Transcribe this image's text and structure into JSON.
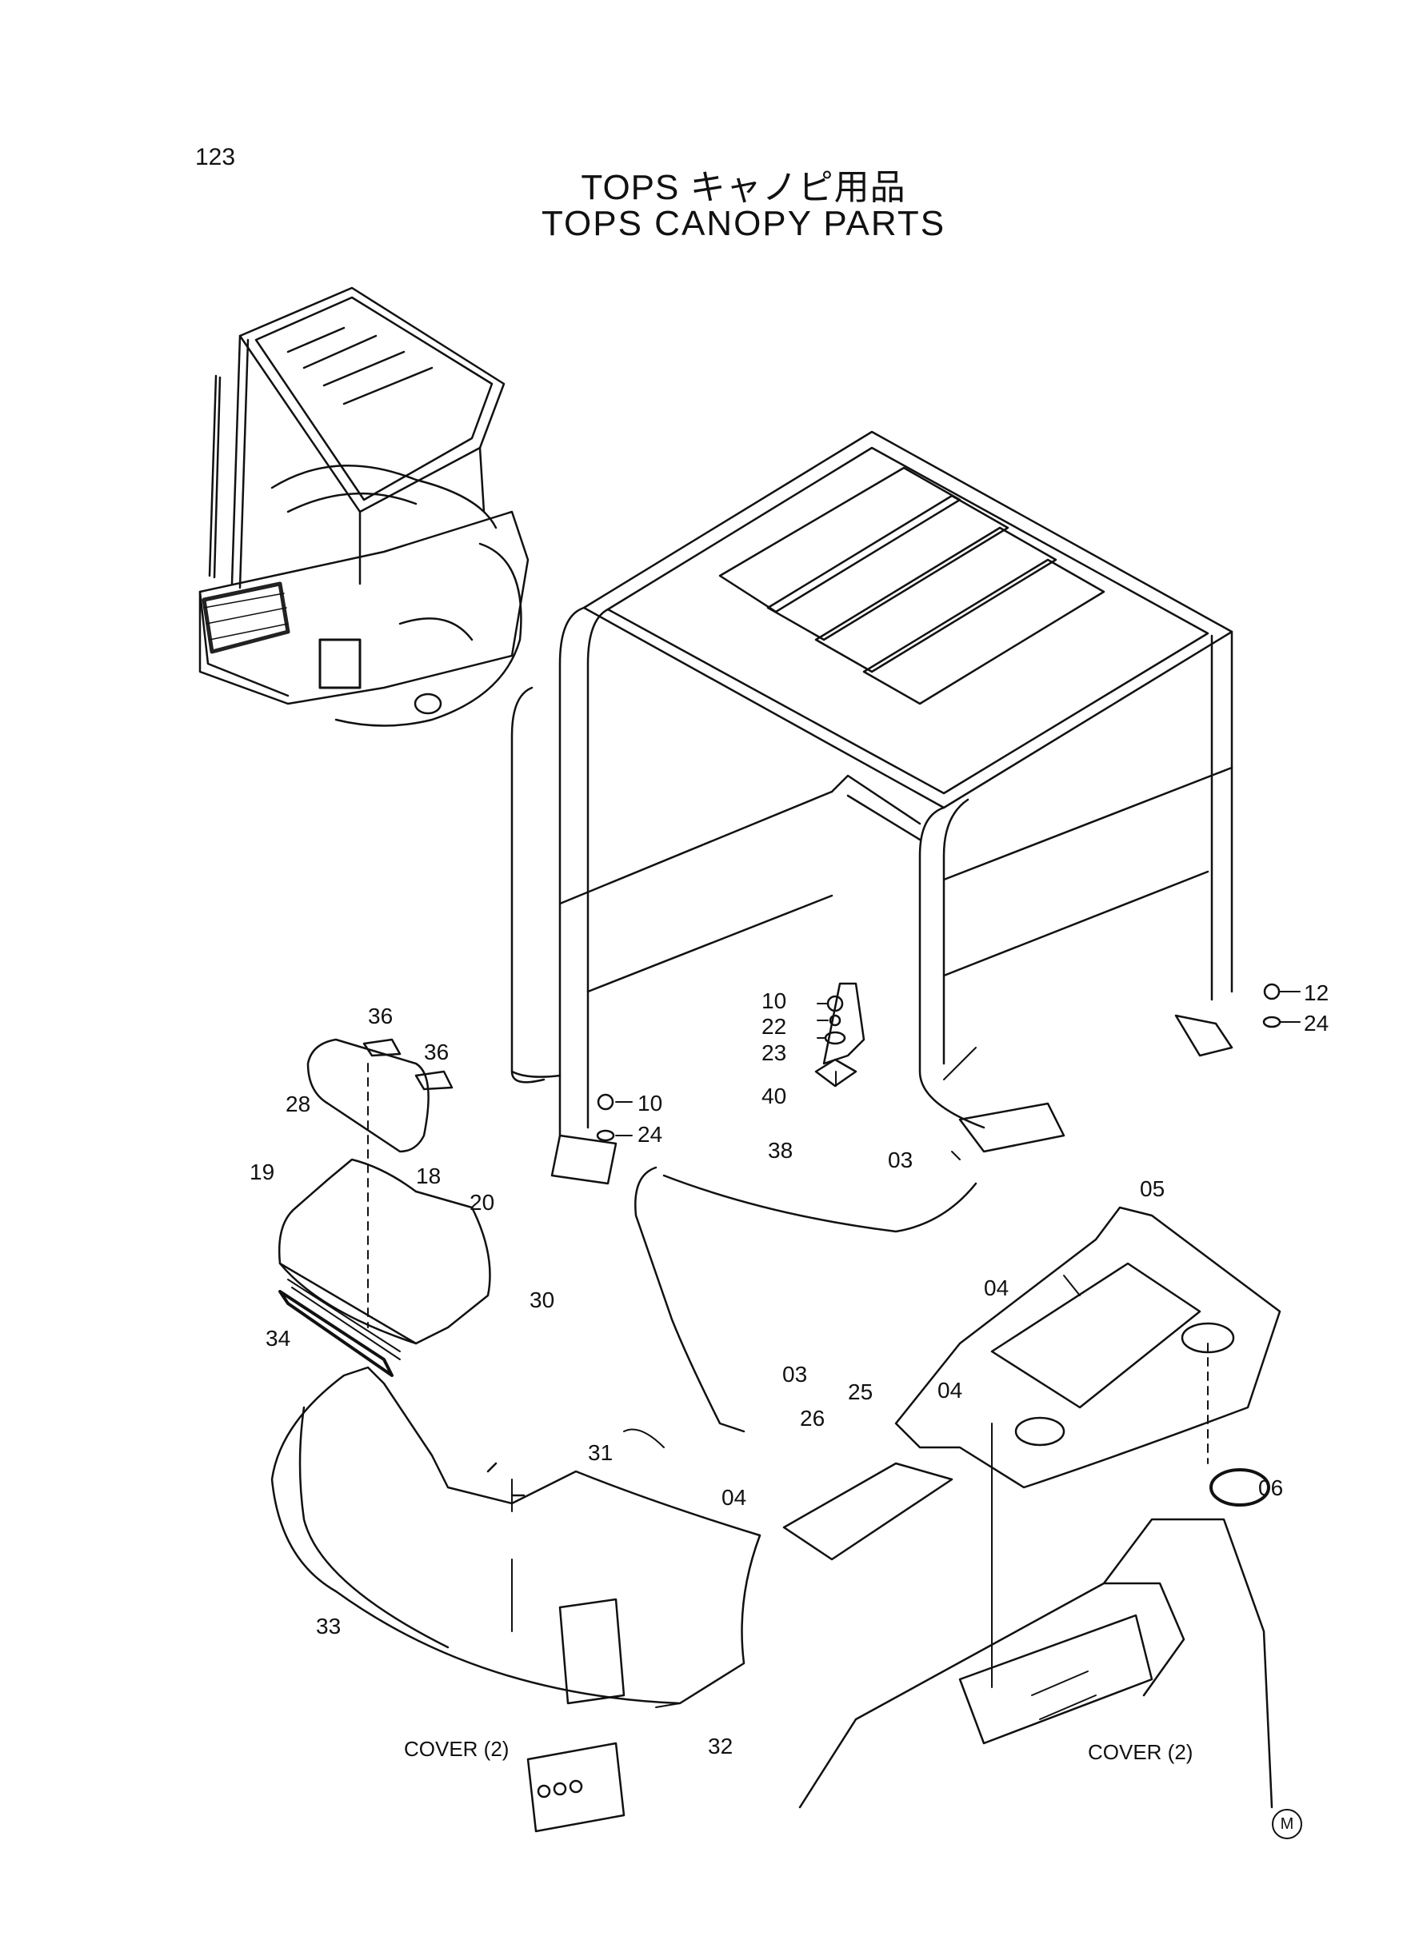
{
  "page_number": "123",
  "title_jp": "TOPS キャノピ用品",
  "title_en": "TOPS CANOPY PARTS",
  "callouts": [
    {
      "id": "10a",
      "label": "10"
    },
    {
      "id": "22",
      "label": "22"
    },
    {
      "id": "23",
      "label": "23"
    },
    {
      "id": "40",
      "label": "40"
    },
    {
      "id": "12",
      "label": "12"
    },
    {
      "id": "24a",
      "label": "24"
    },
    {
      "id": "36a",
      "label": "36"
    },
    {
      "id": "36b",
      "label": "36"
    },
    {
      "id": "28",
      "label": "28"
    },
    {
      "id": "10b",
      "label": "10"
    },
    {
      "id": "24b",
      "label": "24"
    },
    {
      "id": "38",
      "label": "38"
    },
    {
      "id": "03a",
      "label": "03"
    },
    {
      "id": "05",
      "label": "05"
    },
    {
      "id": "19",
      "label": "19"
    },
    {
      "id": "18",
      "label": "18"
    },
    {
      "id": "20",
      "label": "20"
    },
    {
      "id": "30",
      "label": "30"
    },
    {
      "id": "04a",
      "label": "04"
    },
    {
      "id": "34",
      "label": "34"
    },
    {
      "id": "03b",
      "label": "03"
    },
    {
      "id": "25",
      "label": "25"
    },
    {
      "id": "04b",
      "label": "04"
    },
    {
      "id": "26",
      "label": "26"
    },
    {
      "id": "31",
      "label": "31"
    },
    {
      "id": "04c",
      "label": "04"
    },
    {
      "id": "06",
      "label": "06"
    },
    {
      "id": "33",
      "label": "33"
    },
    {
      "id": "32",
      "label": "32"
    }
  ],
  "cover_labels": [
    "COVER (2)",
    "COVER (2)"
  ],
  "corner_mark": "M"
}
